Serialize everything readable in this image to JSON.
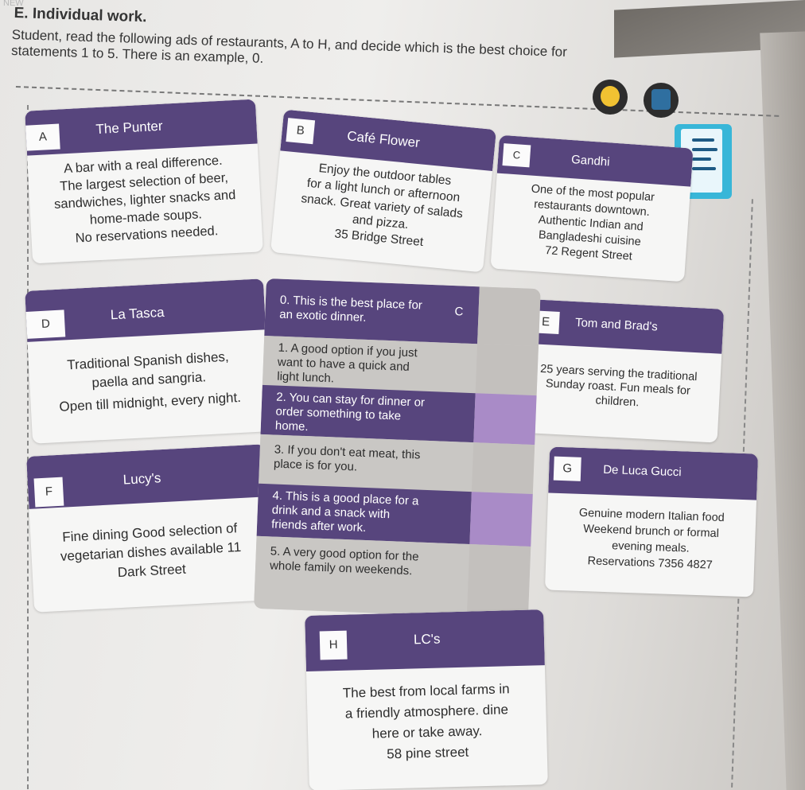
{
  "page": {
    "watermark": "NEW",
    "section_title": "E. Individual work.",
    "instructions": "Student, read the following ads of restaurants, A to H, and decide which is the best choice for statements 1 to 5. There is an example, 0."
  },
  "ads": {
    "a": {
      "letter": "A",
      "name": "The Punter",
      "lines": [
        "A bar with a real difference.",
        "The largest selection of beer,",
        "sandwiches, lighter snacks and",
        "home-made soups.",
        "No reservations needed."
      ]
    },
    "b": {
      "letter": "B",
      "name": "Café Flower",
      "lines": [
        "Enjoy the outdoor tables",
        "for a light lunch or afternoon",
        "snack. Great variety of salads",
        "and pizza.",
        "35 Bridge Street"
      ]
    },
    "c": {
      "letter": "C",
      "name": "Gandhi",
      "lines": [
        "One of the most popular",
        "restaurants downtown.",
        "Authentic Indian and",
        "Bangladeshi cuisine",
        "72 Regent Street"
      ]
    },
    "d": {
      "letter": "D",
      "name": "La Tasca",
      "lines": [
        "Traditional Spanish dishes,",
        "paella and sangria.",
        "Open till midnight, every night."
      ]
    },
    "e": {
      "letter": "E",
      "name": "Tom and Brad's",
      "lines": [
        "25 years serving the traditional",
        "Sunday roast. Fun meals for",
        "children."
      ]
    },
    "f": {
      "letter": "F",
      "name": "Lucy's",
      "lines": [
        "Fine dining Good selection of",
        "vegetarian dishes available 11",
        "Dark Street"
      ]
    },
    "g": {
      "letter": "G",
      "name": "De Luca Gucci",
      "lines": [
        "Genuine modern Italian food",
        "Weekend brunch or formal",
        "evening meals.",
        "Reservations 7356 4827"
      ]
    },
    "h": {
      "letter": "H",
      "name": "LC's",
      "lines": [
        "The best from local farms in",
        "a friendly atmosphere. dine",
        "here or take away.",
        "58 pine street"
      ]
    }
  },
  "statements": [
    {
      "lines": [
        "0. This is the best place for",
        "an exotic dinner."
      ],
      "answer": "C"
    },
    {
      "lines": [
        "1. A good option if you just",
        "want to have a quick and",
        "light lunch."
      ],
      "answer": ""
    },
    {
      "lines": [
        "2. You can stay for dinner or",
        "order something to take",
        "home."
      ],
      "answer": ""
    },
    {
      "lines": [
        "3. If you don't eat meat, this",
        "place is for you."
      ],
      "answer": ""
    },
    {
      "lines": [
        "4. This is a good place for a",
        "drink and a snack with",
        "friends after work."
      ],
      "answer": ""
    },
    {
      "lines": [
        "5. A very good option for the",
        "whole family on weekends."
      ],
      "answer": ""
    }
  ],
  "colors": {
    "purple": "#57457d",
    "light_purple": "#a98bc7",
    "paper": "#f6f6f5"
  }
}
